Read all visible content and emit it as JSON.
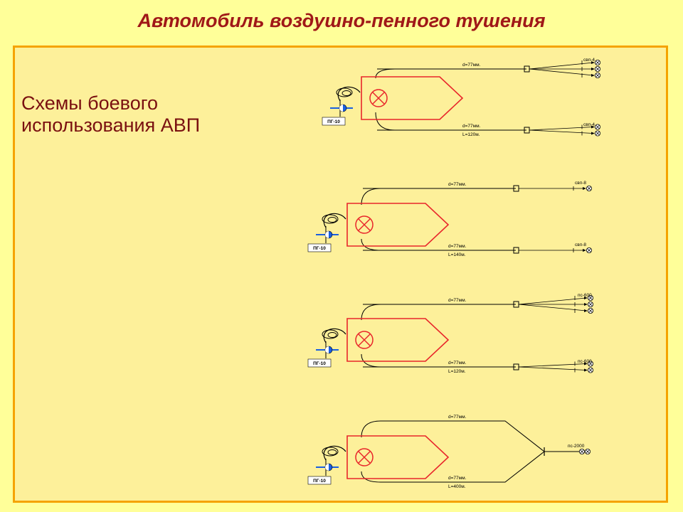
{
  "page": {
    "title": "Автомобиль воздушно-пенного тушения",
    "subtitle": "Схемы боевого использования АВП"
  },
  "schemes": [
    {
      "hydrant": "ПГ-10",
      "upper_line": {
        "diameter": "d=77мм.",
        "device": "свп-4",
        "nozzles": 3
      },
      "lower_line": {
        "diameter": "d=77мм.",
        "length": "L=120м.",
        "device": "свп-4",
        "nozzles": 2
      }
    },
    {
      "hydrant": "ПГ-10",
      "upper_line": {
        "diameter": "d=77мм.",
        "device": "свп-8",
        "nozzles": 1
      },
      "lower_line": {
        "diameter": "d=77мм.",
        "length": "L=140м.",
        "device": "свп-8",
        "nozzles": 1
      }
    },
    {
      "hydrant": "ПГ-10",
      "upper_line": {
        "diameter": "d=77мм.",
        "device": "пс-600",
        "nozzles": 3
      },
      "lower_line": {
        "diameter": "d=77мм.",
        "length": "L=120м.",
        "device": "пс-600",
        "nozzles": 2
      }
    },
    {
      "hydrant": "ПГ-10",
      "upper_line": {
        "diameter": "d=77мм."
      },
      "lower_line": {
        "diameter": "d=77мм.",
        "length": "L=400м."
      },
      "merged_device": "пс-2000"
    }
  ],
  "colors": {
    "title": "#a01818",
    "subtitle": "#7a1010",
    "truck_outline": "#e8262b",
    "panel_border": "#f5a300",
    "hydrant_blue": "#1a5fe0"
  }
}
